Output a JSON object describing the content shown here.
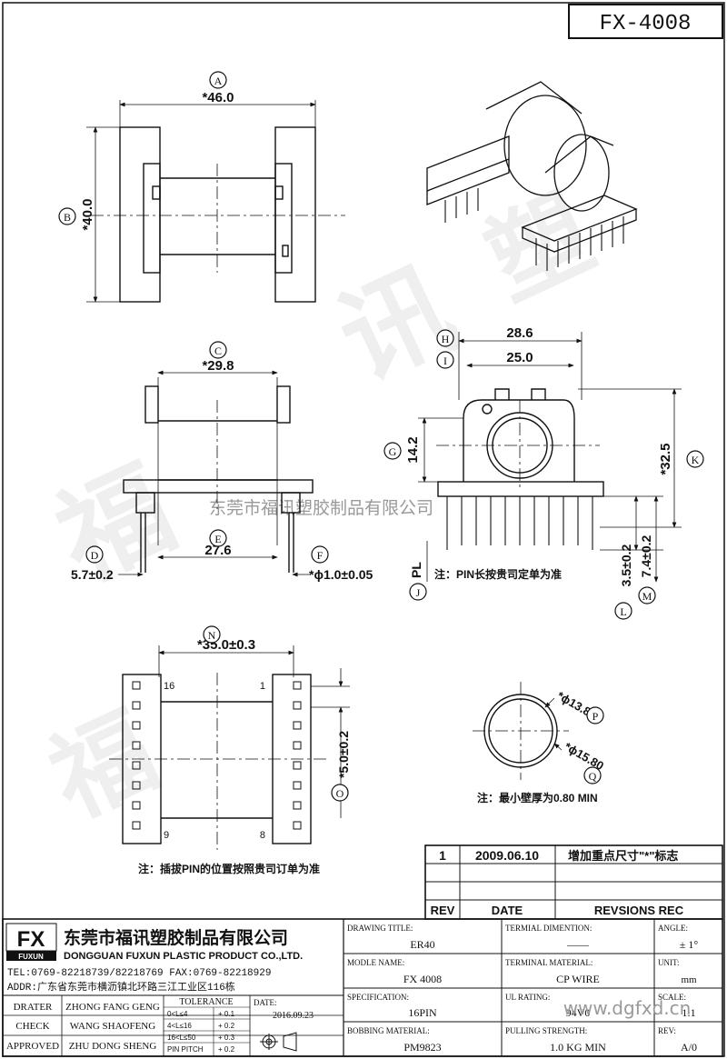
{
  "part_number": "FX-4008",
  "dimensions": {
    "A": "*46.0",
    "B": "*40.0",
    "C": "*29.8",
    "D": "5.7±0.2",
    "E": "27.6",
    "F": "*ϕ1.0±0.05",
    "G": "14.2",
    "H": "28.6",
    "I": "25.0",
    "K": "*32.5",
    "L": "3.5±0.2",
    "M": "7.4±0.2",
    "N": "*35.0±0.3",
    "O": "*5.0±0.2",
    "P": "*ϕ13.8",
    "Q": "*ϕ15.80",
    "PL": "PL"
  },
  "balloons": [
    "A",
    "B",
    "C",
    "D",
    "E",
    "F",
    "G",
    "H",
    "I",
    "J",
    "K",
    "L",
    "M",
    "N",
    "O",
    "P",
    "Q"
  ],
  "pin_labels": {
    "tl": "16",
    "tr": "1",
    "bl": "9",
    "br": "8"
  },
  "notes": {
    "pin_length": "注：PIN长按贵司定单为准",
    "pin_position": "注：插拔PIN的位置按照贵司订单为准",
    "min_wall": "注：最小壁厚为0.80 MIN"
  },
  "watermark_text": "东莞市福讯塑胶制品有限公司",
  "revisions": {
    "rows": [
      {
        "rev": "1",
        "date": "2009.06.10",
        "desc": "增加重点尺寸\"*\"标志"
      },
      {
        "rev": "",
        "date": "",
        "desc": ""
      },
      {
        "rev": "",
        "date": "",
        "desc": ""
      }
    ],
    "headers": {
      "rev": "REV",
      "date": "DATE",
      "desc": "REVSIONS REC"
    }
  },
  "company": {
    "logo": "FX",
    "logo_sub": "FUXUN",
    "name_cn": "东莞市福讯塑胶制品有限公司",
    "name_en": "DONGGUAN FUXUN PLASTIC PRODUCT CO.,LTD.",
    "tel": "TEL:0769-82218739/82218769 FAX:0769-82218929",
    "addr": "ADDR:广东省东莞市横沥镇北环路三江工业区116栋"
  },
  "title_block": {
    "drawing_title_label": "DRAWING TITLE:",
    "drawing_title": "ER40",
    "terminal_dim_label": "TERMIAL DIMENTION:",
    "terminal_dim": "——",
    "angle_label": "ANGLE:",
    "angle": "± 1°",
    "model_label": "MODLE NAME:",
    "model": "FX 4008",
    "terminal_mat_label": "TERMINAL MATERIAL:",
    "terminal_mat": "CP WIRE",
    "unit_label": "UNIT:",
    "unit": "mm",
    "spec_label": "SPECIFICATION:",
    "spec": "16PIN",
    "ul_label": "UL RATING:",
    "ul": "94V0",
    "scale_label": "SCALE:",
    "scale": "1:1",
    "bobbin_label": "BOBBING MATERIAL:",
    "bobbin": "PM9823",
    "pull_label": "PULLING STRENGTH:",
    "pull": "1.0 KG MIN",
    "rev_label": "REV:",
    "rev": "A/0"
  },
  "approvals": {
    "drater_label": "DRATER",
    "drater": "ZHONG FANG GENG",
    "check_label": "CHECK",
    "check": "WANG SHAOFENG",
    "approved_label": "APPROVED",
    "approved": "ZHU DONG SHENG",
    "tolerance_label": "TOLERANCE",
    "tol_rows": [
      {
        "range": "0<L≤4",
        "tol": "+ 0.1"
      },
      {
        "range": "4<L≤16",
        "tol": "+ 0.2"
      },
      {
        "range": "16<L≤50",
        "tol": "+ 0.3"
      },
      {
        "range": "PIN PITCH",
        "tol": "+ 0.2"
      }
    ],
    "date_label": "DATE:",
    "date": "2016.09.23"
  },
  "website": "www.dgfxd.cn"
}
